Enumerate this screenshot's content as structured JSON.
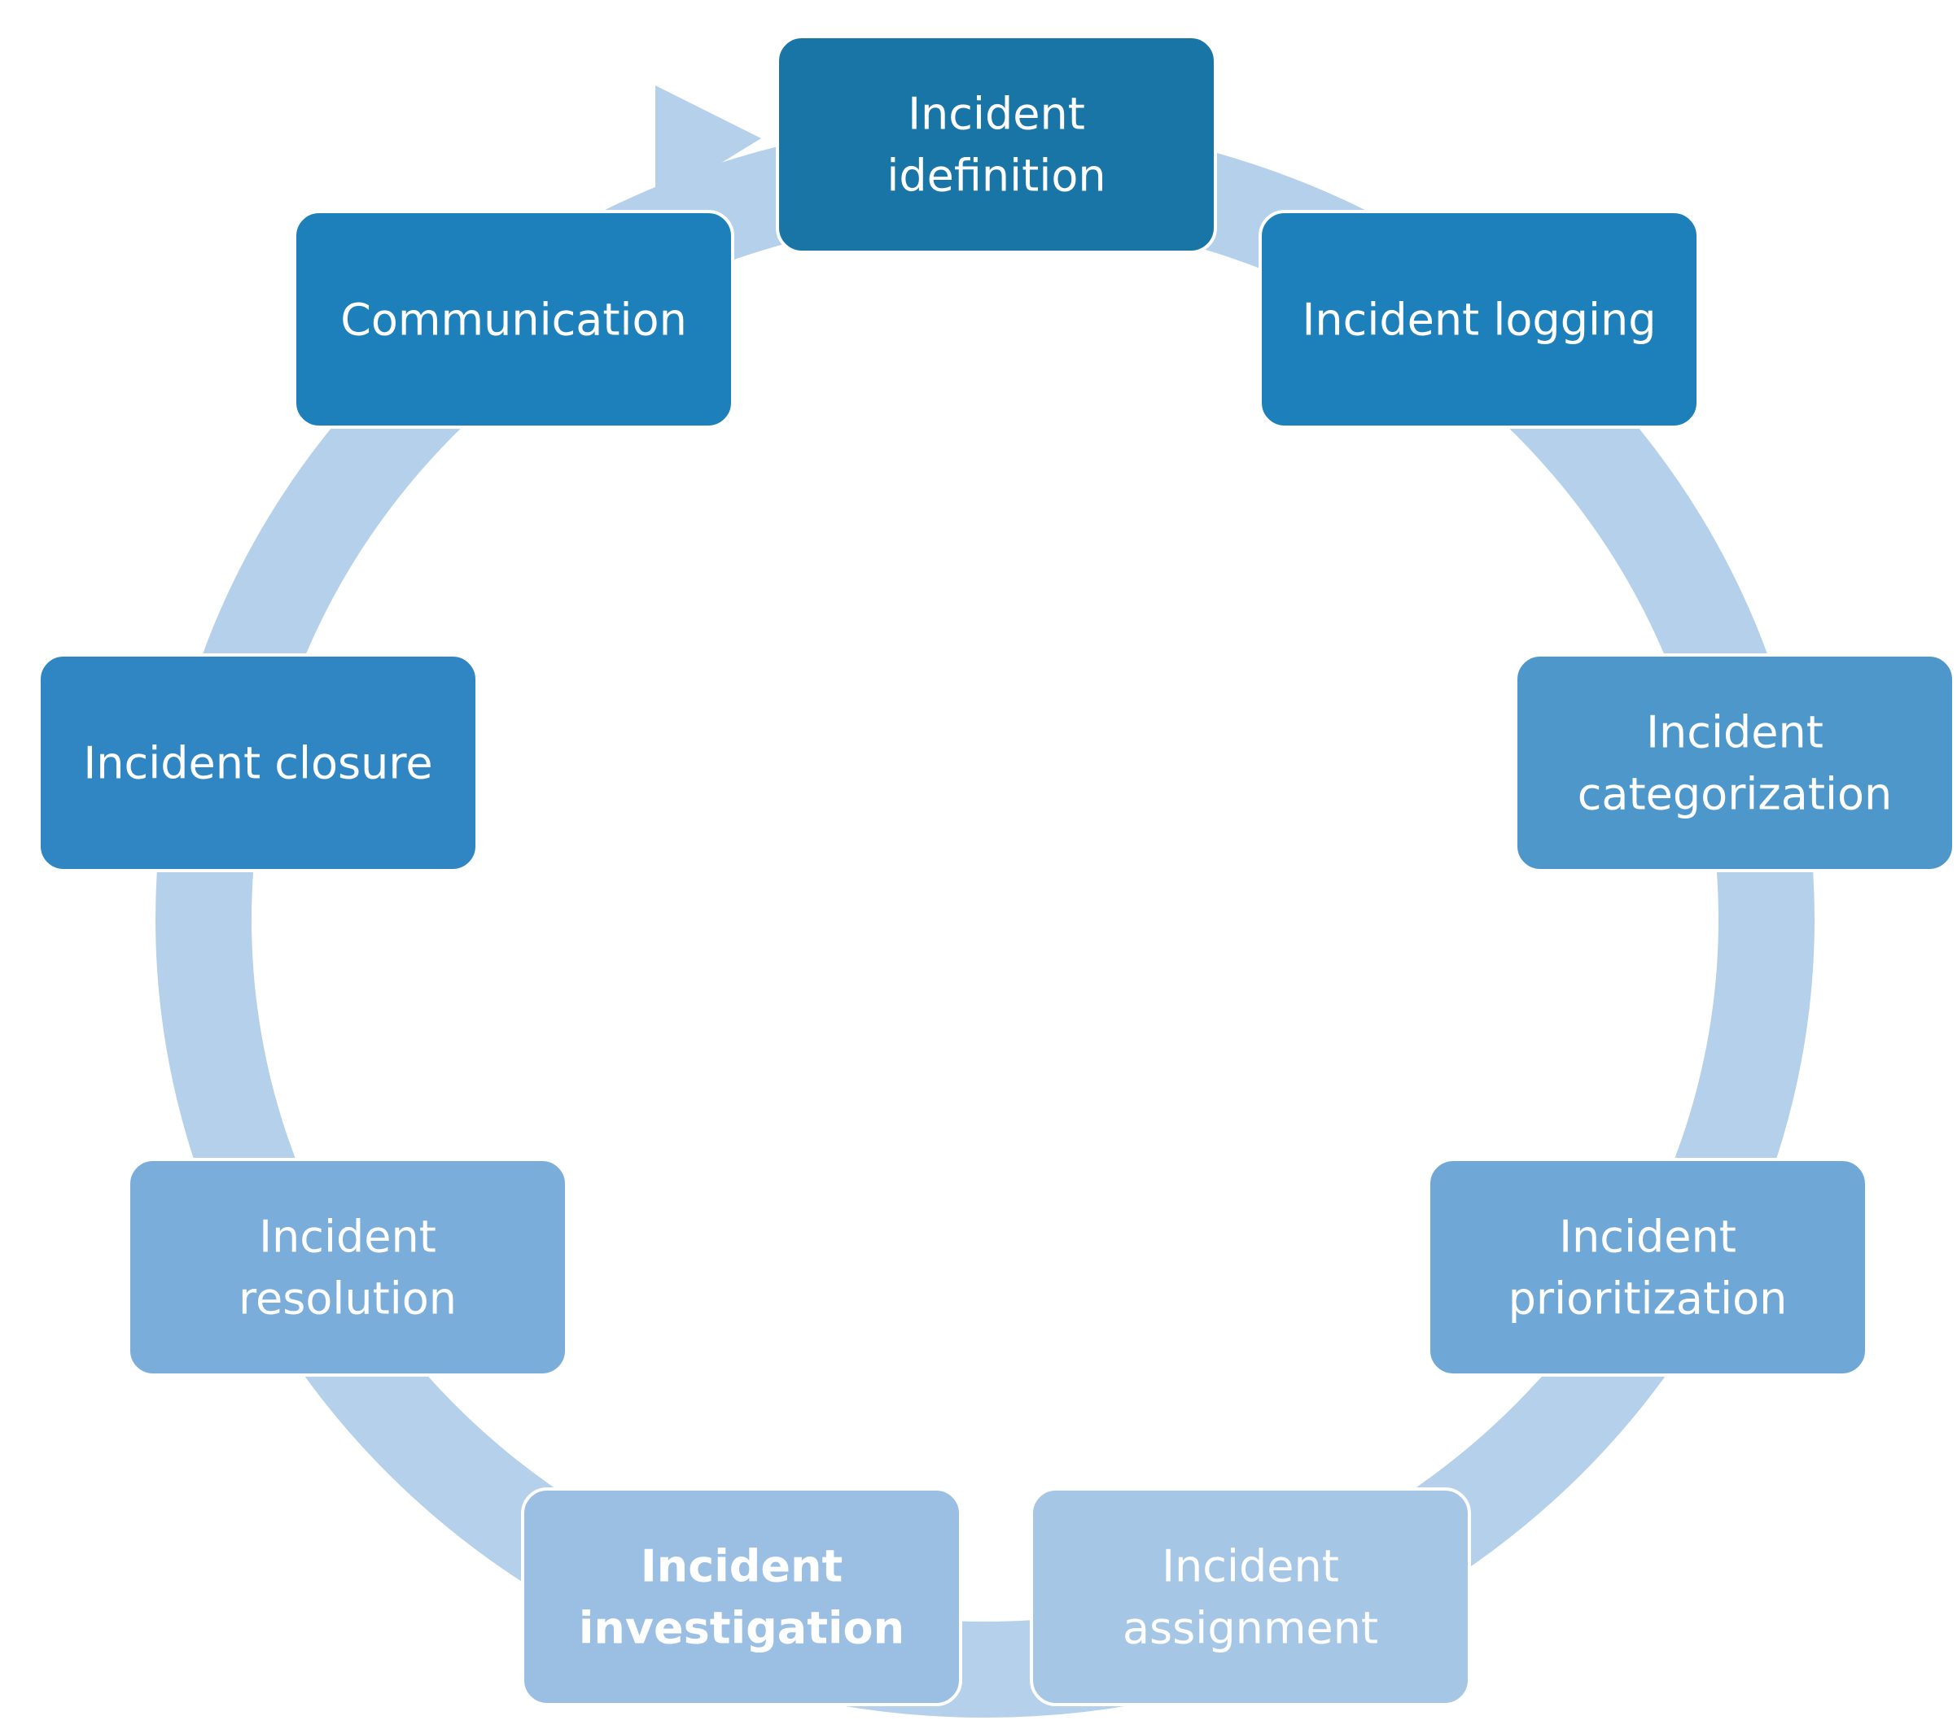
{
  "diagram": {
    "type": "cycle",
    "ring_color": "#b5d0ea",
    "steps": [
      {
        "line1": "Incident",
        "line2": "idefinition",
        "color": "#1a75a7",
        "bold": false
      },
      {
        "line1": "Incident logging",
        "line2": "",
        "color": "#1d80ba",
        "bold": false
      },
      {
        "line1": "Incident",
        "line2": "categorization",
        "color": "#4d97ca",
        "bold": false
      },
      {
        "line1": "Incident",
        "line2": "prioritization",
        "color": "#6fa8d6",
        "bold": false
      },
      {
        "line1": "Incident",
        "line2": "assignment",
        "color": "#a6c6e6",
        "bold": false
      },
      {
        "line1": "Incident",
        "line2": "investigation",
        "color": "#9bbfe3",
        "bold": true
      },
      {
        "line1": "Incident",
        "line2": "resolution",
        "color": "#7aadda",
        "bold": false
      },
      {
        "line1": "Incident closure",
        "line2": "",
        "color": "#2f86c2",
        "bold": false
      },
      {
        "line1": "Communication",
        "line2": "",
        "color": "#1d80ba",
        "bold": false
      }
    ]
  }
}
